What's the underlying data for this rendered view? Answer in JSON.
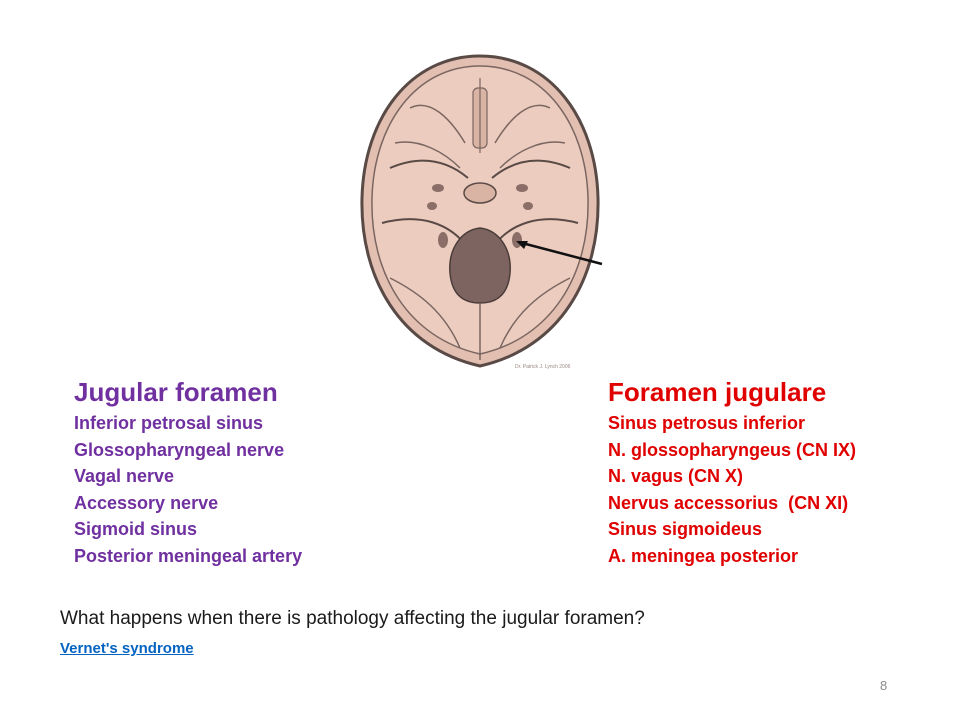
{
  "figure": {
    "credit": "Dr. Patrick J. Lynch 2006"
  },
  "left_column": {
    "heading": "Jugular foramen",
    "items": [
      "Inferior petrosal sinus",
      "Glossopharyngeal nerve",
      "Vagal nerve",
      "Accessory nerve",
      "Sigmoid sinus",
      "Posterior meningeal artery"
    ]
  },
  "right_column": {
    "heading": "Foramen jugulare",
    "items": [
      "Sinus petrosus inferior",
      "N. glossopharyngeus (CN IX)",
      "N. vagus (CN X)",
      "Nervus accessorius  (CN XI)",
      "Sinus sigmoideus",
      "A. meningea posterior"
    ]
  },
  "question": "What happens when there is pathology affecting the jugular foramen?",
  "link": "Vernet's syndrome",
  "page_number": "8",
  "colors": {
    "english": "#7030a0",
    "latin": "#e00000",
    "link": "#0563c1",
    "bone": "#e9c9bb",
    "outline": "#5a4a46"
  }
}
